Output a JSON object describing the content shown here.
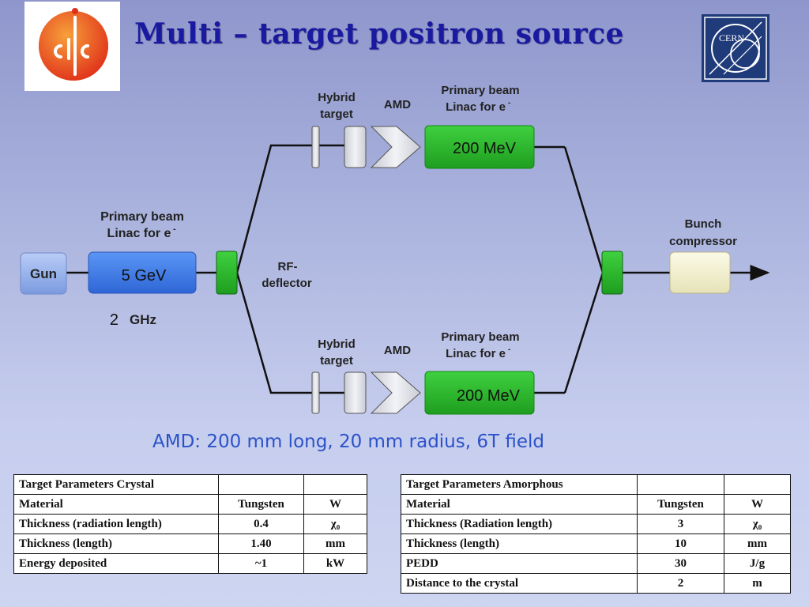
{
  "title": "Multi – target positron source",
  "logos": {
    "clic_text": "CLIC",
    "cern_text": "CERN"
  },
  "diagram": {
    "gun": "Gun",
    "primary_linac_main": {
      "label_line1": "Primary beam",
      "label_line2": "Linac for e",
      "label_sup": "-",
      "energy": "5 GeV",
      "frequency_num": "2",
      "frequency_unit": "GHz"
    },
    "rf_deflector_line1": "RF-",
    "rf_deflector_line2": "deflector",
    "upper_branch": {
      "hybrid_line1": "Hybrid",
      "hybrid_line2": "target",
      "amd": "AMD",
      "linac_line1": "Primary beam",
      "linac_line2": "Linac for e",
      "linac_sup": "-",
      "energy": "200 MeV"
    },
    "lower_branch": {
      "hybrid_line1": "Hybrid",
      "hybrid_line2": "target",
      "amd": "AMD",
      "linac_line1": "Primary beam",
      "linac_line2": "Linac for e",
      "linac_sup": "-",
      "energy": "200 MeV"
    },
    "bunch_line1": "Bunch",
    "bunch_line2": "compressor"
  },
  "amd_note": "AMD: 200 mm long, 20 mm radius, 6T field",
  "colors": {
    "title": "#1a1aa0",
    "linac_green": "#2db82d",
    "main_linac_blue": "#3f7fe8",
    "gun_blue": "#8fb0ee",
    "deflector_green": "#1f9e1f",
    "bunch_compressor": "#f3f1d2",
    "amd_note": "#2b52c8"
  },
  "tables": {
    "crystal": {
      "rows": [
        [
          "Target Parameters Crystal",
          "",
          ""
        ],
        [
          "Material",
          "Tungsten",
          "W"
        ],
        [
          "Thickness (radiation length)",
          "0.4",
          "χ₀"
        ],
        [
          "Thickness (length)",
          "1.40",
          "mm"
        ],
        [
          "Energy deposited",
          "~1",
          "kW"
        ]
      ]
    },
    "amorphous": {
      "rows": [
        [
          "Target Parameters Amorphous",
          "",
          ""
        ],
        [
          "Material",
          "Tungsten",
          "W"
        ],
        [
          "Thickness (Radiation length)",
          "3",
          "χ₀"
        ],
        [
          "Thickness (length)",
          "10",
          "mm"
        ],
        [
          "PEDD",
          "30",
          "J/g"
        ],
        [
          "Distance to the crystal",
          "2",
          "m"
        ]
      ]
    }
  }
}
